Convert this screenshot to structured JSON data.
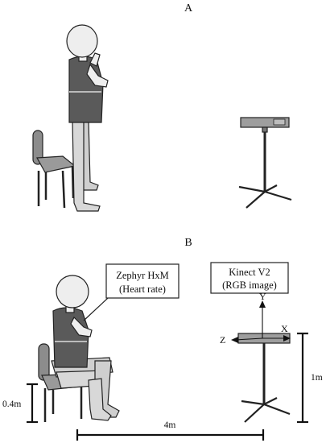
{
  "panels": [
    {
      "label": "A",
      "scene": "standing-person-beside-chair-and-kinect-on-stand"
    },
    {
      "label": "B",
      "scene": "seated-person-with-heart-rate-strap-facing-kinect"
    }
  ],
  "callouts": {
    "sensor_chest": {
      "line1": "Zephyr HxM",
      "line2": "(Heart rate)"
    },
    "sensor_camera": {
      "line1": "Kinect V2",
      "line2": "(RGB image)"
    }
  },
  "axes": {
    "x": "X",
    "y": "Y",
    "z": "Z"
  },
  "dimensions": {
    "seat_height": "0.4m",
    "camera_distance": "4m",
    "camera_height": "1m"
  },
  "colors": {
    "skin": "#eeeeee",
    "clothing": "#cfcfcf",
    "vest": "#5a5a5a",
    "furniture": "#8c8c8c",
    "line": "#222222"
  }
}
